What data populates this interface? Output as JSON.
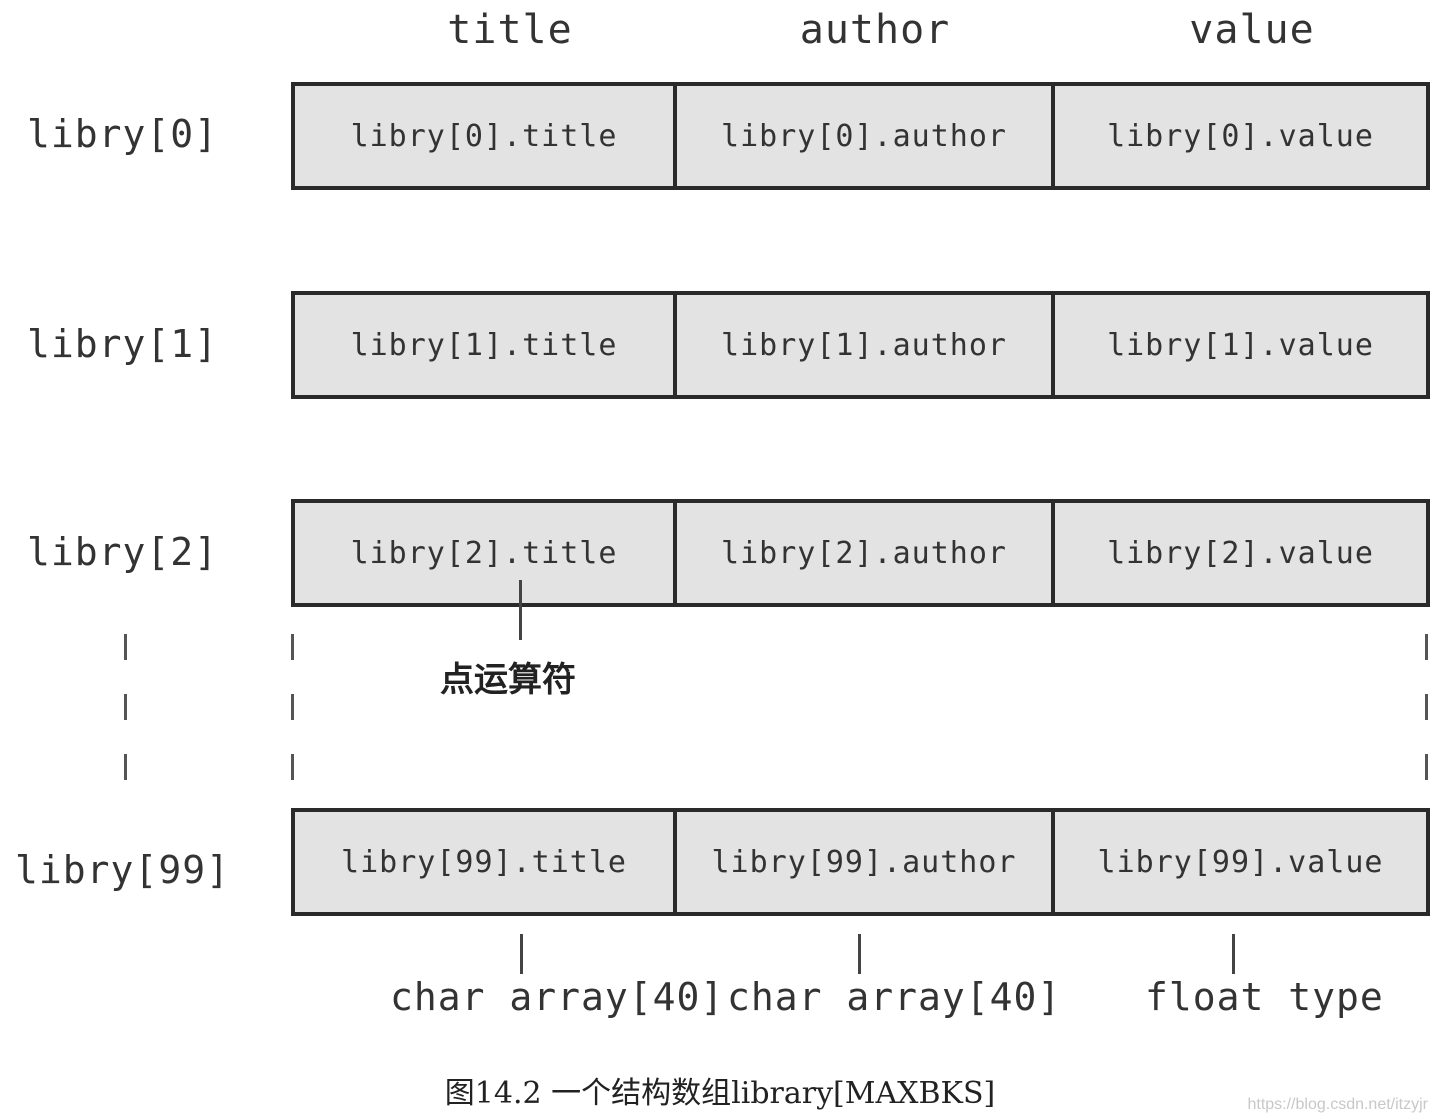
{
  "columns": [
    "title",
    "author",
    "value"
  ],
  "rows": [
    {
      "label": "libry[0]",
      "cells": [
        "libry[0].title",
        "libry[0].author",
        "libry[0].value"
      ]
    },
    {
      "label": "libry[1]",
      "cells": [
        "libry[1].title",
        "libry[1].author",
        "libry[1].value"
      ]
    },
    {
      "label": "libry[2]",
      "cells": [
        "libry[2].title",
        "libry[2].author",
        "libry[2].value"
      ]
    },
    {
      "label": "libry[99]",
      "cells": [
        "libry[99].title",
        "libry[99].author",
        "libry[99].value"
      ]
    }
  ],
  "annotation": "点运算符",
  "types": [
    "char array[40]",
    "char array[40]",
    "float type"
  ],
  "caption": "图14.2 一个结构数组library[MAXBKS]",
  "watermark": "https://blog.csdn.net/itzyjr"
}
